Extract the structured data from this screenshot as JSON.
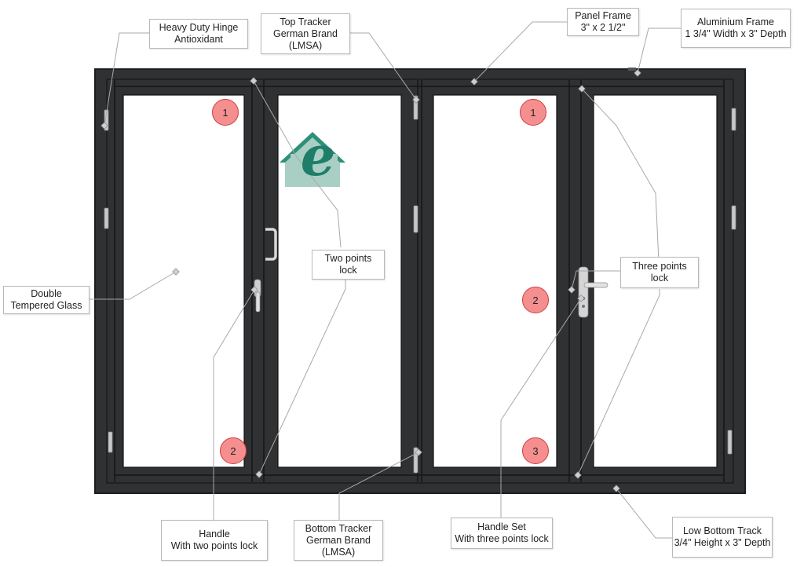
{
  "callouts": {
    "hinge": {
      "line1": "Heavy Duty Hinge",
      "line2": "Antioxidant"
    },
    "top_tracker": {
      "line1": "Top Tracker",
      "line2": "German Brand",
      "line3": "(LMSA)"
    },
    "panel_frame": {
      "line1": "Panel Frame",
      "line2": "3\" x 2 1/2\""
    },
    "aluminium_frame": {
      "line1": "Aluminium Frame",
      "line2": "1 3/4\" Width x 3\" Depth"
    },
    "glass": {
      "line1": "Double",
      "line2": "Tempered Glass"
    },
    "two_points_lock": {
      "line1": "Two points",
      "line2": "lock"
    },
    "three_points_lock": {
      "line1": "Three points",
      "line2": "lock"
    },
    "handle": {
      "line1": "Handle",
      "line2": "With two points lock"
    },
    "bottom_tracker": {
      "line1": "Bottom Tracker",
      "line2": "German Brand",
      "line3": "(LMSA)"
    },
    "handle_set": {
      "line1": "Handle Set",
      "line2": "With three points lock"
    },
    "low_bottom_track": {
      "line1": "Low Bottom Track",
      "line2": "3/4\" Height x 3\" Depth"
    }
  },
  "badges": {
    "b1_left": "1",
    "b2_left": "2",
    "b1_right": "1",
    "b2_right": "2",
    "b3_right": "3"
  },
  "logo": {
    "letter": "e"
  },
  "colors": {
    "frame": "#2f3133",
    "frame_edge": "#1f2022",
    "badge_fill": "#f58f8f",
    "badge_border": "#d33a3a",
    "logo_green": "#2e8f7a",
    "logo_light": "#a9cfc4",
    "leader": "#a8a8a8"
  }
}
